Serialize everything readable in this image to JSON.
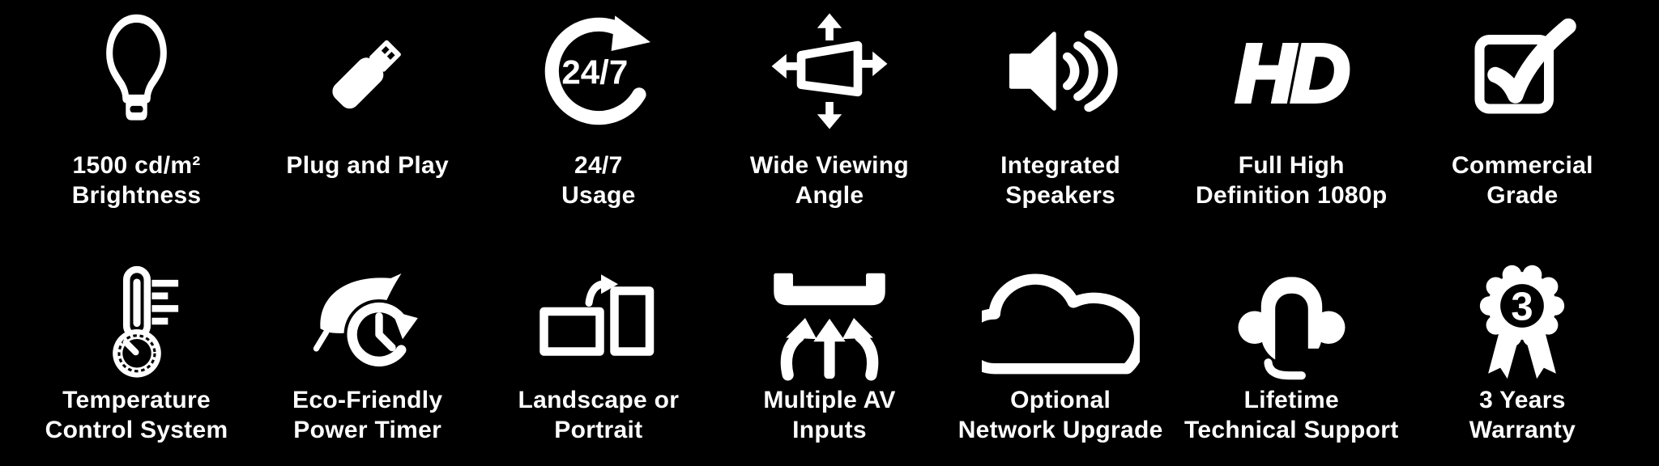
{
  "canvas": {
    "background": "#000000",
    "text_color": "#ffffff"
  },
  "features": [
    {
      "name": "brightness",
      "icon": "light-bulb-icon",
      "lines": [
        "1500 cd/m²",
        "Brightness"
      ]
    },
    {
      "name": "plug-and-play",
      "icon": "usb-stick-icon",
      "lines": [
        "Plug and Play",
        ""
      ]
    },
    {
      "name": "usage",
      "icon": "24-7-cycle-icon",
      "icon_text": "24/7",
      "lines": [
        "24/7",
        "Usage"
      ]
    },
    {
      "name": "wide-viewing-angle",
      "icon": "viewing-angle-icon",
      "lines": [
        "Wide Viewing",
        "Angle"
      ]
    },
    {
      "name": "integrated-speakers",
      "icon": "speaker-icon",
      "lines": [
        "Integrated",
        "Speakers"
      ]
    },
    {
      "name": "full-high-definition",
      "icon": "hd-icon",
      "icon_text": "HD",
      "lines": [
        "Full High",
        "Definition 1080p"
      ]
    },
    {
      "name": "commercial-grade",
      "icon": "checkbox-icon",
      "lines": [
        "Commercial",
        "Grade"
      ]
    },
    {
      "name": "temperature-control",
      "icon": "thermometer-icon",
      "lines": [
        "Temperature",
        "Control System"
      ]
    },
    {
      "name": "eco-power-timer",
      "icon": "leaf-clock-icon",
      "lines": [
        "Eco-Friendly",
        "Power Timer"
      ]
    },
    {
      "name": "orientation",
      "icon": "rotate-screen-icon",
      "lines": [
        "Landscape or",
        "Portrait"
      ]
    },
    {
      "name": "av-inputs",
      "icon": "av-inputs-icon",
      "lines": [
        "Multiple AV",
        "Inputs"
      ]
    },
    {
      "name": "network-upgrade",
      "icon": "cloud-icon",
      "lines": [
        "Optional",
        "Network Upgrade"
      ]
    },
    {
      "name": "technical-support",
      "icon": "headset-icon",
      "lines": [
        "Lifetime",
        "Technical Support"
      ]
    },
    {
      "name": "warranty",
      "icon": "rosette-icon",
      "icon_text": "3",
      "lines": [
        "3 Years",
        "Warranty"
      ]
    }
  ]
}
